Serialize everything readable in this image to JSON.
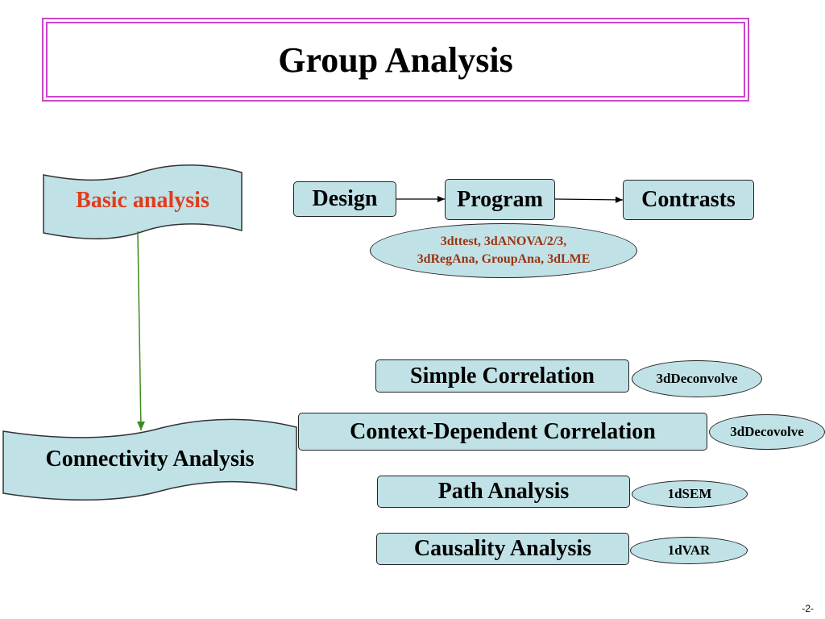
{
  "title": "Group Analysis",
  "colors": {
    "title_border": "#cc44cc",
    "box_fill": "#c0e2e6",
    "accent_red": "#e03c1e",
    "program_list_text": "#9a3412",
    "connector_green": "#3d8b1e"
  },
  "basic_analysis": {
    "label": "Basic analysis",
    "flow": {
      "design": "Design",
      "program": "Program",
      "contrasts": "Contrasts"
    },
    "programs": {
      "line1": "3dttest, 3dANOVA/2/3,",
      "line2": "3dRegAna, GroupAna, 3dLME"
    }
  },
  "connectivity_analysis": {
    "label": "Connectivity Analysis",
    "methods": [
      {
        "name": "Simple Correlation",
        "program": "3dDeconvolve"
      },
      {
        "name": "Context-Dependent Correlation",
        "program": "3dDecovolve"
      },
      {
        "name": "Path Analysis",
        "program": "1dSEM"
      },
      {
        "name": "Causality Analysis",
        "program": "1dVAR"
      }
    ]
  },
  "slide_number": "-2-"
}
